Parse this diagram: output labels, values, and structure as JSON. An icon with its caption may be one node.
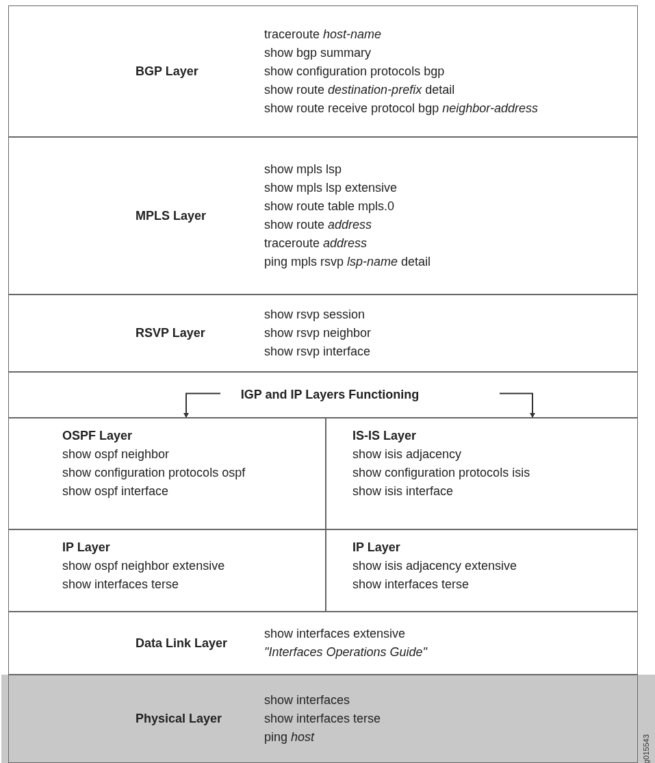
{
  "diagram": {
    "nodes": [
      {
        "text": [
          "BGP Layer",
          "traceroute *host-name*",
          "show bgp summary",
          "show configuration protocols bgp",
          "show route *destination-prefix* detail",
          "show route receive protocol bgp *neighbor-address*"
        ]
      },
      {
        "text": [
          "MPLS Layer",
          "show mpls lsp",
          "show mpls lsp extensive",
          "show route table mpls.0",
          "show route *address*",
          "traceroute *address*",
          "ping mpls rsvp *lsp-name* detail"
        ]
      },
      {
        "text": [
          "RSVP Layer",
          "show rsvp session",
          "show rsvp neighbor",
          "show rsvp interface"
        ]
      },
      {
        "text": [
          "IGP and IP Layers Functioning"
        ]
      },
      {
        "text": [
          "OSPF Layer",
          "show ospf neighbor",
          "show configuration protocols ospf",
          "show ospf interface"
        ]
      },
      {
        "text": [
          "IS-IS Layer",
          "show isis adjacency",
          "show configuration protocols isis",
          "show isis interface"
        ]
      },
      {
        "text": [
          "IP Layer",
          "show ospf neighbor extensive",
          "show interfaces terse"
        ]
      },
      {
        "text": [
          "IP Layer",
          "show isis adjacency extensive",
          "show interfaces terse"
        ]
      },
      {
        "text": [
          "Data Link Layer",
          "show interfaces extensive",
          "*\"Interfaces Operations Guide\"*"
        ]
      },
      {
        "text": [
          "Physical Layer",
          "show interfaces",
          "show interfaces terse",
          "ping *host*"
        ]
      }
    ],
    "edges": [
      {
        "from": 3,
        "to": 4,
        "arrow": "to"
      },
      {
        "from": 3,
        "to": 5,
        "arrow": "to"
      }
    ],
    "labels": [
      "g015543"
    ]
  }
}
